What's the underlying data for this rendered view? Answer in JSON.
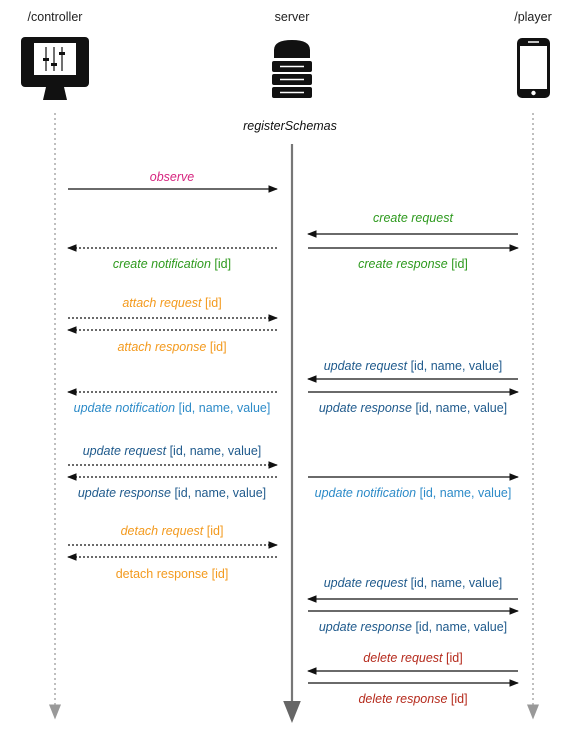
{
  "colors": {
    "magenta": "#d6257f",
    "green": "#2e9a1e",
    "orange": "#f39a1e",
    "blue": "#1f5a8c",
    "lightblue": "#2d8bc8",
    "red": "#b52a1c",
    "black": "#111111",
    "dark": "#222222",
    "lifeline_side": "#aaaaaa",
    "lifeline_center": "#777777"
  },
  "actors": [
    {
      "id": "controller",
      "label": "/controller",
      "icon": "monitor-icon"
    },
    {
      "id": "server",
      "label": "server",
      "icon": "server-stack-icon"
    },
    {
      "id": "player",
      "label": "/player",
      "icon": "smartphone-icon"
    }
  ],
  "init_label": "registerSchemas",
  "messages": [
    {
      "name": "observe",
      "from": "controller",
      "to": "server",
      "dashed": false,
      "color": "magenta",
      "parts": [
        {
          "t": "observe",
          "i": true,
          "c": "magenta"
        }
      ]
    },
    {
      "name": "create-request",
      "from": "player",
      "to": "server",
      "dashed": false,
      "color": "green",
      "parts": [
        {
          "t": "create request",
          "i": true,
          "c": "green"
        }
      ]
    },
    {
      "name": "create-response",
      "from": "server",
      "to": "player",
      "dashed": false,
      "color": "green",
      "parts": [
        {
          "t": "create response",
          "i": true,
          "c": "green"
        },
        {
          "t": " [id]",
          "i": false,
          "c": "green"
        }
      ]
    },
    {
      "name": "create-notification",
      "from": "server",
      "to": "controller",
      "dashed": true,
      "color": "green",
      "parts": [
        {
          "t": "create notification",
          "i": true,
          "c": "green"
        },
        {
          "t": " [id]",
          "i": false,
          "c": "green"
        }
      ]
    },
    {
      "name": "attach-request",
      "from": "controller",
      "to": "server",
      "dashed": true,
      "color": "orange",
      "parts": [
        {
          "t": "attach request",
          "i": true,
          "c": "orange"
        },
        {
          "t": " [id]",
          "i": false,
          "c": "orange"
        }
      ]
    },
    {
      "name": "attach-response",
      "from": "server",
      "to": "controller",
      "dashed": true,
      "color": "orange",
      "parts": [
        {
          "t": "attach response",
          "i": true,
          "c": "orange"
        },
        {
          "t": " [id]",
          "i": false,
          "c": "orange"
        }
      ]
    },
    {
      "name": "update-request-player",
      "from": "player",
      "to": "server",
      "dashed": false,
      "color": "blue",
      "parts": [
        {
          "t": "update request",
          "i": true,
          "c": "blue"
        },
        {
          "t": " [id, name, value]",
          "i": false,
          "c": "blue"
        }
      ]
    },
    {
      "name": "update-response-player",
      "from": "server",
      "to": "player",
      "dashed": false,
      "color": "blue",
      "parts": [
        {
          "t": "update response",
          "i": true,
          "c": "blue"
        },
        {
          "t": " [id, name, value]",
          "i": false,
          "c": "blue"
        }
      ]
    },
    {
      "name": "update-notification-controller",
      "from": "server",
      "to": "controller",
      "dashed": true,
      "color": "lightblue",
      "parts": [
        {
          "t": "update notification",
          "i": true,
          "c": "lightblue"
        },
        {
          "t": " [id, name, value]",
          "i": false,
          "c": "lightblue"
        }
      ]
    },
    {
      "name": "update-request-controller",
      "from": "controller",
      "to": "server",
      "dashed": true,
      "color": "blue",
      "parts": [
        {
          "t": "update request",
          "i": true,
          "c": "blue"
        },
        {
          "t": " [id, name, value]",
          "i": false,
          "c": "blue"
        }
      ]
    },
    {
      "name": "update-response-controller",
      "from": "server",
      "to": "controller",
      "dashed": true,
      "color": "blue",
      "parts": [
        {
          "t": "update response",
          "i": true,
          "c": "blue"
        },
        {
          "t": " [id, name, value]",
          "i": false,
          "c": "blue"
        }
      ]
    },
    {
      "name": "update-notification-player",
      "from": "server",
      "to": "player",
      "dashed": false,
      "color": "lightblue",
      "parts": [
        {
          "t": "update notification",
          "i": true,
          "c": "lightblue"
        },
        {
          "t": " [id, name, value]",
          "i": false,
          "c": "lightblue"
        }
      ]
    },
    {
      "name": "detach-request",
      "from": "controller",
      "to": "server",
      "dashed": true,
      "color": "orange",
      "parts": [
        {
          "t": "detach request",
          "i": true,
          "c": "orange"
        },
        {
          "t": " [id]",
          "i": false,
          "c": "orange"
        }
      ]
    },
    {
      "name": "detach-response",
      "from": "server",
      "to": "controller",
      "dashed": true,
      "color": "orange",
      "parts": [
        {
          "t": "detach response",
          "i": false,
          "c": "orange"
        },
        {
          "t": " [id]",
          "i": false,
          "c": "orange"
        }
      ]
    },
    {
      "name": "update-request-player-2",
      "from": "player",
      "to": "server",
      "dashed": false,
      "color": "blue",
      "parts": [
        {
          "t": "update request",
          "i": true,
          "c": "blue"
        },
        {
          "t": " [id, name, value]",
          "i": false,
          "c": "blue"
        }
      ]
    },
    {
      "name": "update-response-player-2",
      "from": "server",
      "to": "player",
      "dashed": false,
      "color": "blue",
      "parts": [
        {
          "t": "update response",
          "i": true,
          "c": "blue"
        },
        {
          "t": " [id, name, value]",
          "i": false,
          "c": "blue"
        }
      ]
    },
    {
      "name": "delete-request",
      "from": "player",
      "to": "server",
      "dashed": false,
      "color": "red",
      "parts": [
        {
          "t": "delete request",
          "i": true,
          "c": "red"
        },
        {
          "t": " [id]",
          "i": false,
          "c": "red"
        }
      ]
    },
    {
      "name": "delete-response",
      "from": "server",
      "to": "player",
      "dashed": false,
      "color": "red",
      "parts": [
        {
          "t": "delete response",
          "i": true,
          "c": "red"
        },
        {
          "t": " [id]",
          "i": false,
          "c": "red"
        }
      ]
    }
  ]
}
